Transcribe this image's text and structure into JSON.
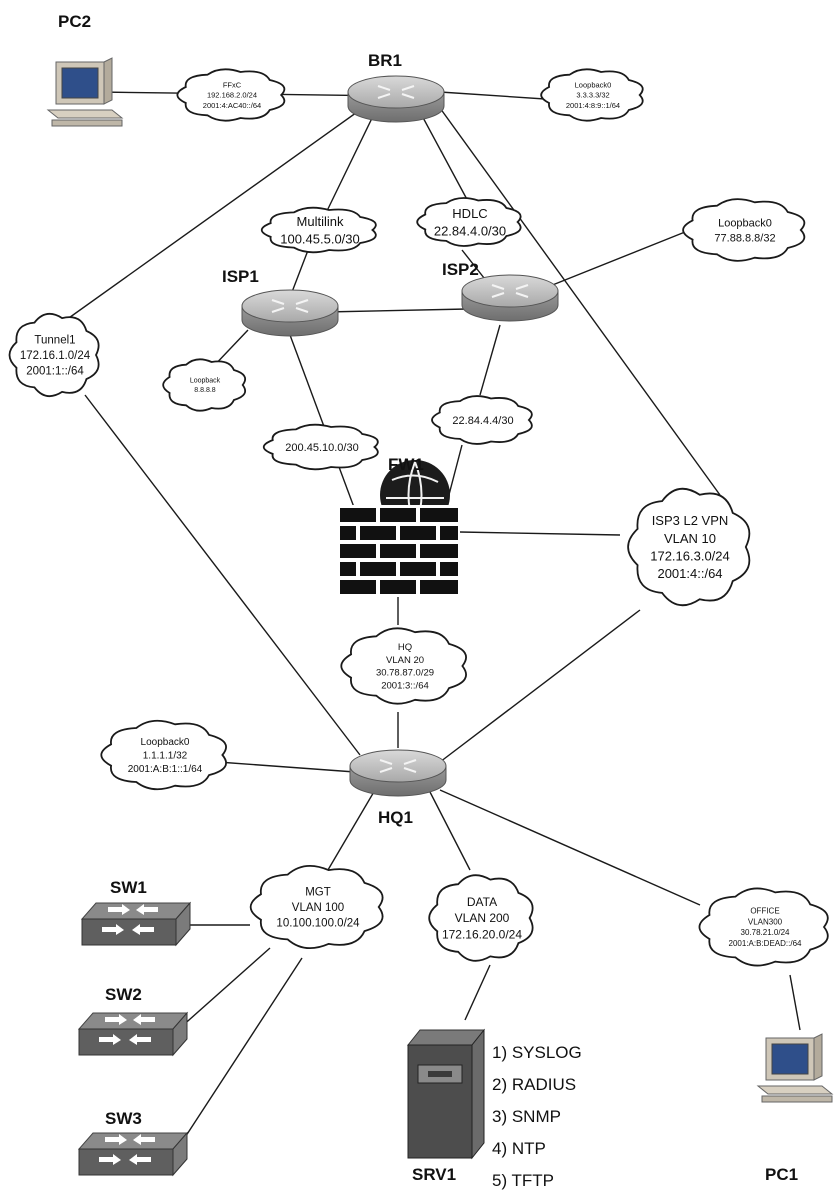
{
  "devices": {
    "pc2": "PC2",
    "br1": "BR1",
    "isp1": "ISP1",
    "isp2": "ISP2",
    "fw1": "FW1",
    "hq1": "HQ1",
    "sw1": "SW1",
    "sw2": "SW2",
    "sw3": "SW3",
    "srv1": "SRV1",
    "pc1": "PC1"
  },
  "networks": {
    "br1_lan": [
      "FFxC",
      "192.168.2.0/24",
      "2001:4:AC40::/64"
    ],
    "br1_loopback": [
      "Loopback0",
      "3.3.3.3/32",
      "2001:4:8:9::1/64"
    ],
    "multilink": [
      "Multilink",
      "100.45.5.0/30"
    ],
    "hdlc": [
      "HDLC",
      "22.84.4.0/30"
    ],
    "isp2_loopback": [
      "Loopback0",
      "77.88.8.8/32"
    ],
    "tunnel": [
      "Tunnel1",
      "172.16.1.0/24",
      "2001:1::/64"
    ],
    "isp1_loopback": [
      "Loopback",
      "8.8.8.8"
    ],
    "isp1_fw1": [
      "200.45.10.0/30"
    ],
    "isp2_fw1": [
      "22.84.4.4/30"
    ],
    "isp3_vpn": [
      "ISP3 L2 VPN",
      "VLAN 10",
      "172.16.3.0/24",
      "2001:4::/64"
    ],
    "fw_hq": [
      "HQ",
      "VLAN 20",
      "30.78.87.0/29",
      "2001:3::/64"
    ],
    "hq_loopback": [
      "Loopback0",
      "1.1.1.1/32",
      "2001:A:B:1::1/64"
    ],
    "mgt": [
      "MGT",
      "VLAN 100",
      "10.100.100.0/24"
    ],
    "data": [
      "DATA",
      "VLAN 200",
      "172.16.20.0/24"
    ],
    "office": [
      "OFFICE",
      "VLAN300",
      "30.78.21.0/24",
      "2001:A:B:DEAD::/64"
    ]
  },
  "services": [
    "1) SYSLOG",
    "2) RADIUS",
    "3) SNMP",
    "4) NTP",
    "5) TFTP"
  ]
}
